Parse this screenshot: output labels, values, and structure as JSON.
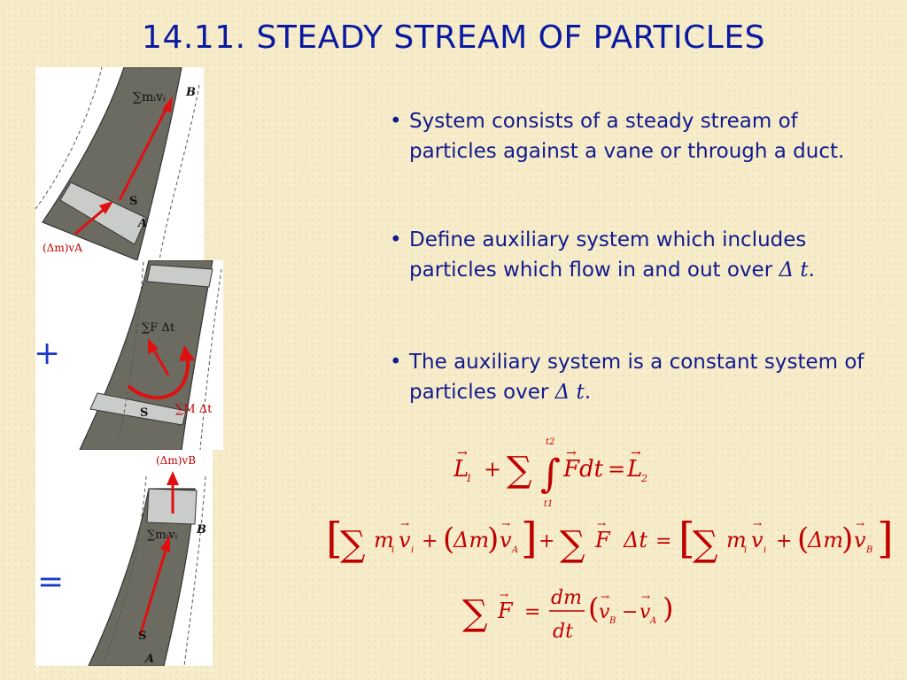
{
  "slide": {
    "title": "14.11.  STEADY STREAM OF PARTICLES"
  },
  "figure": {
    "top": {
      "label_sum": "∑mᵢvᵢ",
      "label_B": "B",
      "label_S": "S",
      "label_A": "A",
      "label_inflow": "(Δm)vA"
    },
    "middle": {
      "label_F": "∑F Δt",
      "label_M": "∑M Δt",
      "label_S": "S"
    },
    "bottom": {
      "label_outflow": "(Δm)vB",
      "label_sum": "∑mᵢvᵢ",
      "label_B": "B",
      "label_S": "S",
      "label_A": "A"
    },
    "plus_sign": "+",
    "equals_sign": "="
  },
  "bullets": [
    {
      "text": "System consists of a steady stream of particles against a vane or through a duct."
    },
    {
      "text": "Define auxiliary system which includes particles which flow in and out over ",
      "math": "Δ t",
      "suffix": "."
    },
    {
      "text": "The auxiliary system is a constant system of particles over ",
      "math": "Δ t",
      "suffix": "."
    }
  ],
  "equations": [
    "L1 + ∑∫(t1→t2) F dt = L2",
    "[∑ mᵢvᵢ + (Δm)vA] + ∑ F Δt = [∑ mᵢvᵢ + (Δm)vB]",
    "∑ F = dm/dt (vB − vA)"
  ],
  "colors": {
    "title": "#0a1aa0",
    "bullet_text": "#111a8e",
    "equation": "#c00000",
    "arrow": "#e01010",
    "vane": "#6b6b62",
    "band": "#c9ccc9",
    "background": "#f6ecc9"
  }
}
